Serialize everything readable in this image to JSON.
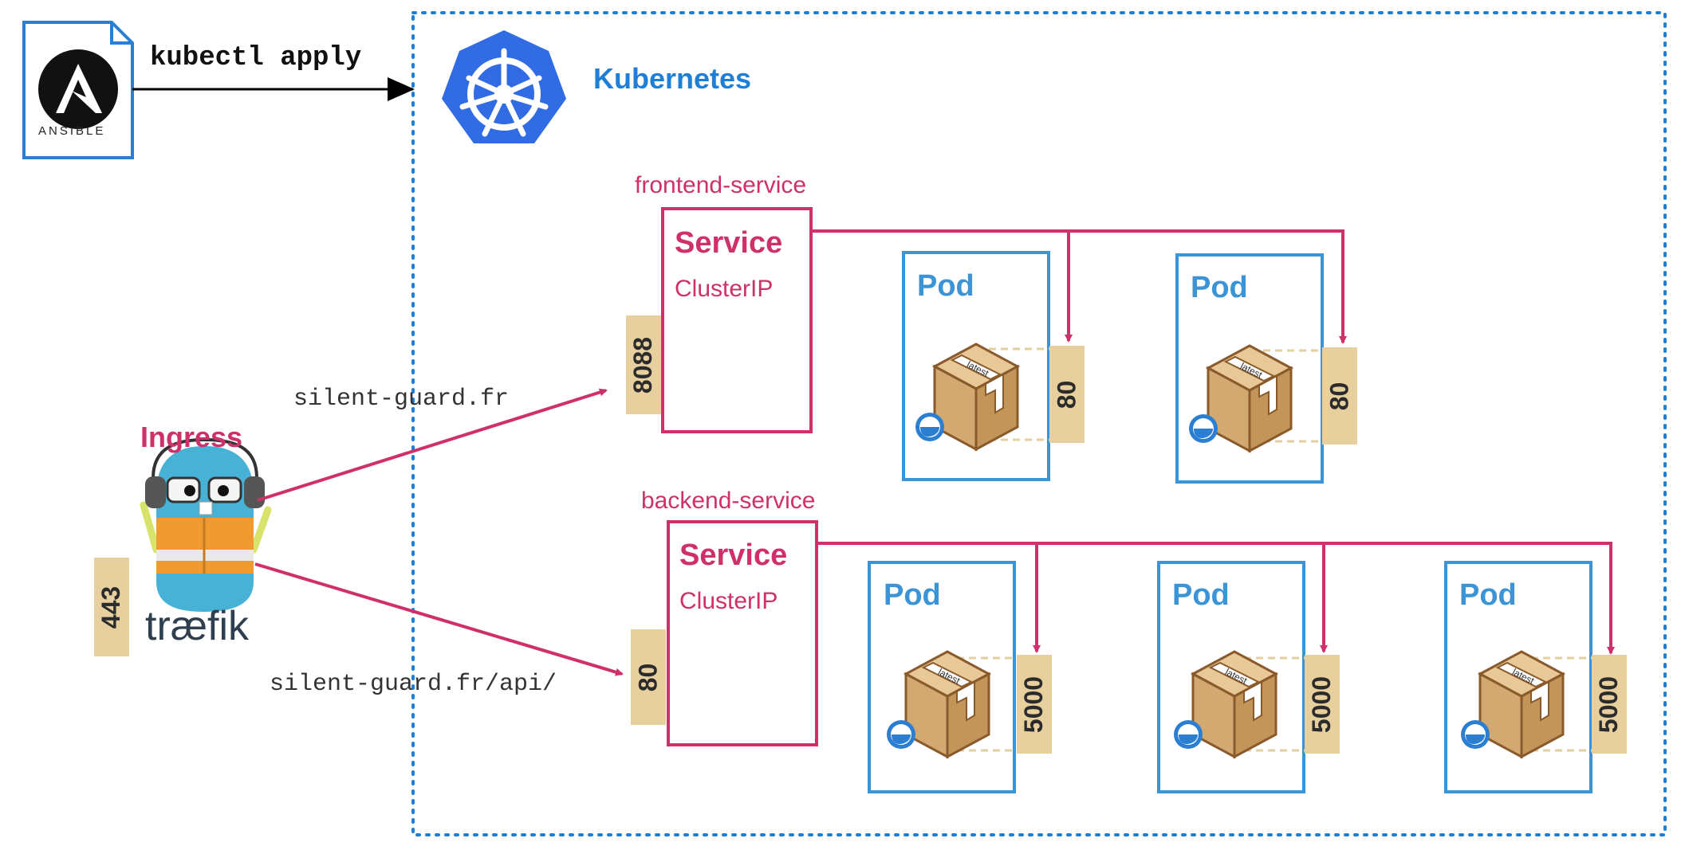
{
  "tool": {
    "name": "ANSIBLE",
    "command": "kubectl apply"
  },
  "cluster": {
    "name": "Kubernetes"
  },
  "ingress": {
    "title": "Ingress",
    "logo_text": "træfik",
    "port": "443"
  },
  "routes": [
    {
      "host": "silent-guard.fr"
    },
    {
      "host": "silent-guard.fr/api/"
    }
  ],
  "services": [
    {
      "name": "frontend-service",
      "title": "Service",
      "type": "ClusterIP",
      "port": "8088",
      "pods": [
        {
          "title": "Pod",
          "tag": "latest",
          "port": "80"
        },
        {
          "title": "Pod",
          "tag": "latest",
          "port": "80"
        }
      ]
    },
    {
      "name": "backend-service",
      "title": "Service",
      "type": "ClusterIP",
      "port": "80",
      "pods": [
        {
          "title": "Pod",
          "tag": "latest",
          "port": "5000"
        },
        {
          "title": "Pod",
          "tag": "latest",
          "port": "5000"
        },
        {
          "title": "Pod",
          "tag": "latest",
          "port": "5000"
        }
      ]
    }
  ],
  "colors": {
    "pink": "#d0306a",
    "blue": "#3a94d6",
    "k8s": "#326ce5",
    "port": "#e7cf9e",
    "dotted": "#1f7fd6"
  }
}
